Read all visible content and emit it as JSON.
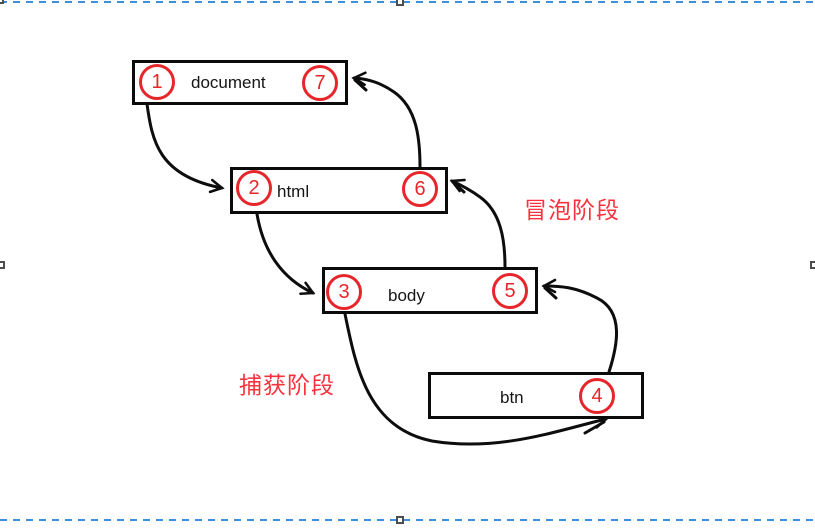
{
  "diagram": {
    "nodes": [
      {
        "label": "document",
        "left_badge": "1",
        "right_badge": "7"
      },
      {
        "label": "html",
        "left_badge": "2",
        "right_badge": "6"
      },
      {
        "label": "body",
        "left_badge": "3",
        "right_badge": "5"
      },
      {
        "label": "btn",
        "right_badge": "4"
      }
    ],
    "annotations": {
      "bubble_phase": "冒泡阶段",
      "capture_phase": "捕获阶段"
    },
    "colors": {
      "badge_red": "#e7262b",
      "annotation_red": "#f9323e",
      "arrow_black": "#0d0d0d",
      "box_border_black": "#0b0b0b",
      "selection_dash_blue": "#3f8fdf",
      "selection_handle_gray": "#4d4d4d"
    }
  }
}
